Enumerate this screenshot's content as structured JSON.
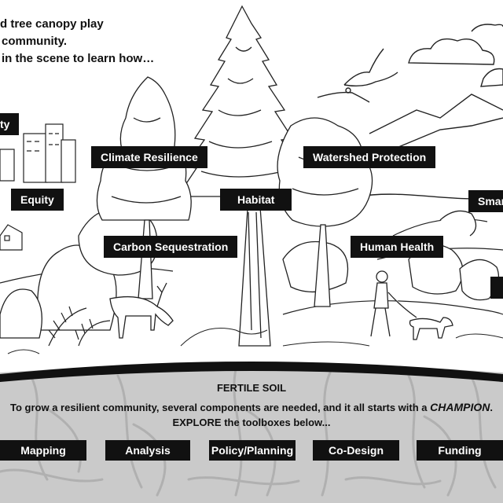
{
  "intro": {
    "line1": "d tree canopy play",
    "line2": "community.",
    "line3": "in the scene to learn how…"
  },
  "tags": {
    "equality_partial": "ty",
    "climate_resilience": "Climate Resilience",
    "watershed_protection": "Watershed Protection",
    "equity": "Equity",
    "habitat": "Habitat",
    "smart_partial": "Smar",
    "carbon_sequestration": "Carbon Sequestration",
    "human_health": "Human Health"
  },
  "soil": {
    "title": "FERTILE SOIL",
    "text_before": "To grow a resilient community, several components are needed, and it all starts with a ",
    "text_emphasis": "CHAMPION",
    "text_after": ".",
    "explore": "EXPLORE the toolboxes below..."
  },
  "toolboxes": {
    "mapping": "Mapping",
    "analysis": "Analysis",
    "policy_planning": "Policy/Planning",
    "co_design": "Co-Design",
    "funding": "Funding"
  },
  "colors": {
    "label_bg": "#111111",
    "label_text": "#ffffff",
    "soil": "#c9c9c9",
    "ground_band": "#111111"
  }
}
